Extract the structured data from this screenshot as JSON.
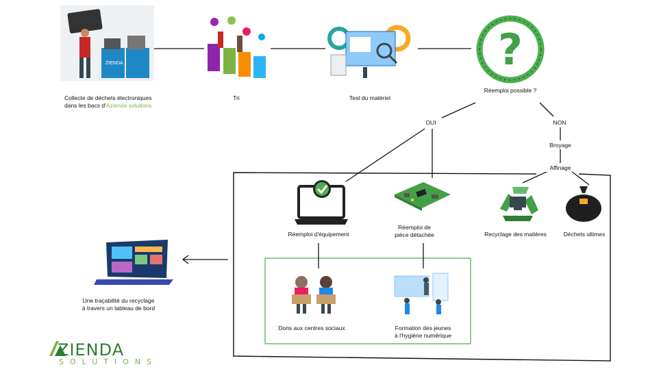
{
  "steps": {
    "collecte": {
      "line1": "Collecte de déchets électroniques",
      "line2_prefix": "dans les bacs d'",
      "line2_brand": "Azienda solutions",
      "bin_label": "ZIENDA"
    },
    "tri": {
      "label": "Tri"
    },
    "test": {
      "label": "Test du matériel"
    },
    "reemploi_possible": {
      "label": "Réemploi possible ?"
    }
  },
  "branches": {
    "oui": "OUI",
    "non": "NON",
    "broyage": "Broyage",
    "affinage": "Affinage"
  },
  "outcomes": {
    "equipement": "Réemploi d'équipement",
    "piece_line1": "Réemploi de",
    "piece_line2": "pièce détachée",
    "recyclage": "Recyclage des matières",
    "dechets": "Déchets ultimes"
  },
  "social": {
    "dons": "Dons aux centres sociaux",
    "formation_line1": "Formation des jeunes",
    "formation_line2": "à l'hygiène numérique"
  },
  "tracabilite": {
    "line1": "Une traçabilité du recyclage",
    "line2": "à travers un tableau de bord"
  },
  "logo": {
    "main": "ZIENDA",
    "sub": "SOLUTIONS"
  },
  "colors": {
    "brand_green": "#7ab648",
    "box_green": "#5cb85c",
    "dark_green": "#2e7d32"
  },
  "icons": [
    "collect-bins-illustration",
    "sorting-people-illustration",
    "testing-gears-illustration",
    "question-mark-icon",
    "laptop-check-icon",
    "circuit-board-icon",
    "recycle-computer-icon",
    "garbage-bag-icon",
    "dashboard-laptop-icon",
    "children-donation-illustration",
    "training-presentation-illustration",
    "azienda-logo-icon"
  ]
}
